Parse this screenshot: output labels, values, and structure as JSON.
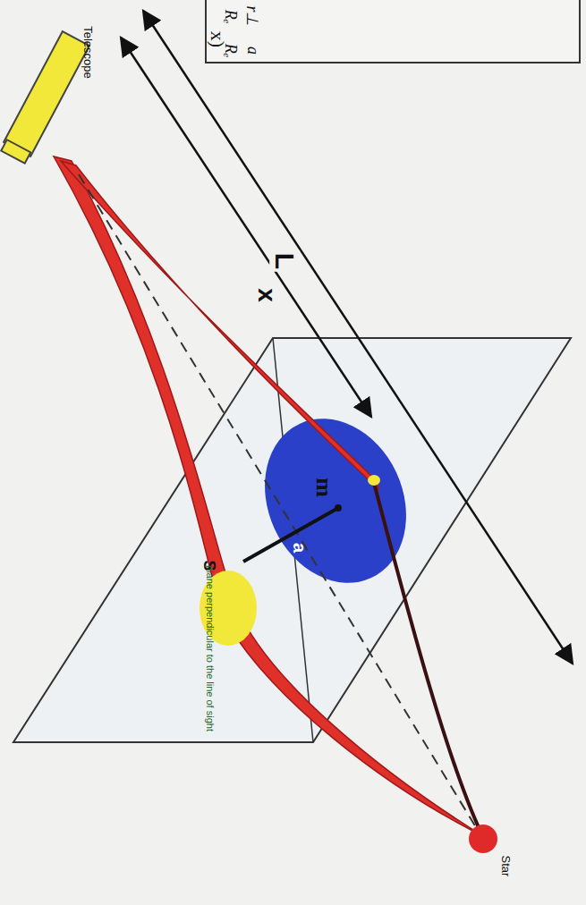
{
  "diagram": {
    "nodes": [
      {
        "text": [
          "m"
        ]
      }
    ],
    "labels": [
      "Telescope",
      "L",
      "x",
      "a",
      "S",
      "Star",
      "plane perpendicular to the line of sight",
      "x)",
      "Rₑ",
      "r⊥",
      "Rₑ",
      "a"
    ]
  }
}
